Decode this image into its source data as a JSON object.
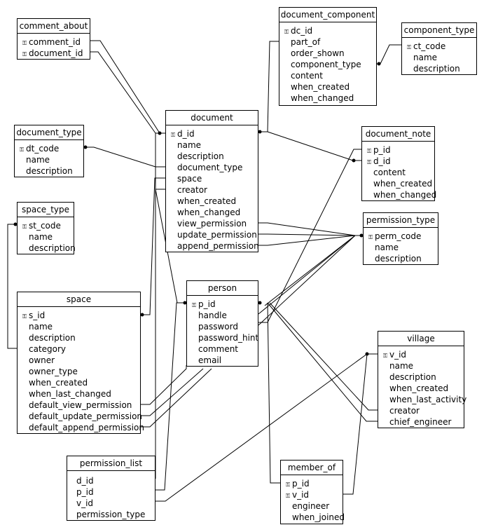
{
  "colors": {
    "line": "#000000",
    "background": "#ffffff"
  },
  "entities": {
    "comment_about": {
      "title": "comment_about",
      "attributes": [
        {
          "name": "comment_id",
          "key": true
        },
        {
          "name": "document_id",
          "key": true
        }
      ]
    },
    "document_type": {
      "title": "document_type",
      "attributes": [
        {
          "name": "dt_code",
          "key": true
        },
        {
          "name": "name"
        },
        {
          "name": "description"
        }
      ]
    },
    "space_type": {
      "title": "space_type",
      "attributes": [
        {
          "name": "st_code",
          "key": true
        },
        {
          "name": "name"
        },
        {
          "name": "description"
        }
      ]
    },
    "space": {
      "title": "space",
      "attributes": [
        {
          "name": "s_id",
          "key": true
        },
        {
          "name": "name"
        },
        {
          "name": "description"
        },
        {
          "name": "category"
        },
        {
          "name": "owner"
        },
        {
          "name": "owner_type"
        },
        {
          "name": "when_created"
        },
        {
          "name": "when_last_changed"
        },
        {
          "name": "default_view_permission"
        },
        {
          "name": "default_update_permission"
        },
        {
          "name": "default_append_permission"
        }
      ]
    },
    "permission_list": {
      "title": "permission_list",
      "attributes": [
        {
          "name": "d_id"
        },
        {
          "name": "p_id"
        },
        {
          "name": "v_id"
        },
        {
          "name": "permission_type"
        }
      ]
    },
    "document": {
      "title": "document",
      "attributes": [
        {
          "name": "d_id",
          "key": true
        },
        {
          "name": "name"
        },
        {
          "name": "description"
        },
        {
          "name": "document_type"
        },
        {
          "name": "space"
        },
        {
          "name": "creator"
        },
        {
          "name": "when_created"
        },
        {
          "name": "when_changed"
        },
        {
          "name": "view_permission"
        },
        {
          "name": "update_permission"
        },
        {
          "name": "append_permission"
        }
      ]
    },
    "person": {
      "title": "person",
      "attributes": [
        {
          "name": "p_id",
          "key": true
        },
        {
          "name": "handle"
        },
        {
          "name": "password"
        },
        {
          "name": "password_hint"
        },
        {
          "name": "comment"
        },
        {
          "name": "email"
        }
      ]
    },
    "document_component": {
      "title": "document_component",
      "attributes": [
        {
          "name": "dc_id",
          "key": true
        },
        {
          "name": "part_of"
        },
        {
          "name": "order_shown"
        },
        {
          "name": "component_type"
        },
        {
          "name": "content"
        },
        {
          "name": "when_created"
        },
        {
          "name": "when_changed"
        }
      ]
    },
    "component_type": {
      "title": "component_type",
      "attributes": [
        {
          "name": "ct_code",
          "key": true
        },
        {
          "name": "name"
        },
        {
          "name": "description"
        }
      ]
    },
    "document_note": {
      "title": "document_note",
      "attributes": [
        {
          "name": "p_id",
          "key": true
        },
        {
          "name": "d_id",
          "key": true
        },
        {
          "name": "content"
        },
        {
          "name": "when_created"
        },
        {
          "name": "when_changed"
        }
      ]
    },
    "permission_type": {
      "title": "permission_type",
      "attributes": [
        {
          "name": "perm_code",
          "key": true
        },
        {
          "name": "name"
        },
        {
          "name": "description"
        }
      ]
    },
    "member_of": {
      "title": "member_of",
      "attributes": [
        {
          "name": "p_id",
          "key": true
        },
        {
          "name": "v_id",
          "key": true
        },
        {
          "name": "engineer"
        },
        {
          "name": "when_joined"
        }
      ]
    },
    "village": {
      "title": "village",
      "attributes": [
        {
          "name": "v_id",
          "key": true
        },
        {
          "name": "name"
        },
        {
          "name": "description"
        },
        {
          "name": "when_created"
        },
        {
          "name": "when_last_activity"
        },
        {
          "name": "creator"
        },
        {
          "name": "chief_engineer"
        }
      ]
    }
  },
  "key_symbol": "⚿",
  "relationships": [
    {
      "from": "comment_about.comment_id",
      "to": "document.d_id"
    },
    {
      "from": "comment_about.document_id",
      "to": "document.d_id"
    },
    {
      "from": "document_type.dt_code",
      "to": "document.document_type"
    },
    {
      "from": "space_type.st_code",
      "to": "space.category"
    },
    {
      "from": "space.s_id",
      "to": "document.space"
    },
    {
      "from": "document_component.part_of",
      "to": "document.d_id"
    },
    {
      "from": "component_type.ct_code",
      "to": "document_component.component_type"
    },
    {
      "from": "document_note.d_id",
      "to": "document.d_id"
    },
    {
      "from": "permission_type.perm_code",
      "to": "document.view_permission"
    },
    {
      "from": "permission_type.perm_code",
      "to": "document.update_permission"
    },
    {
      "from": "permission_type.perm_code",
      "to": "document.append_permission"
    },
    {
      "from": "permission_type.perm_code",
      "to": "space.default_view_permission"
    },
    {
      "from": "permission_type.perm_code",
      "to": "space.default_update_permission"
    },
    {
      "from": "permission_type.perm_code",
      "to": "space.default_append_permission"
    },
    {
      "from": "permission_type.perm_code",
      "to": "permission_list.permission_type"
    },
    {
      "from": "person.p_id",
      "to": "document.creator"
    },
    {
      "from": "person.p_id",
      "to": "document_note.p_id"
    },
    {
      "from": "person.p_id",
      "to": "member_of.p_id"
    },
    {
      "from": "person.p_id",
      "to": "village.creator"
    },
    {
      "from": "person.p_id",
      "to": "village.chief_engineer"
    },
    {
      "from": "person.p_id",
      "to": "permission_list.p_id"
    },
    {
      "from": "document.d_id",
      "to": "permission_list.d_id"
    },
    {
      "from": "village.v_id",
      "to": "member_of.v_id"
    },
    {
      "from": "village.v_id",
      "to": "permission_list.v_id"
    }
  ]
}
